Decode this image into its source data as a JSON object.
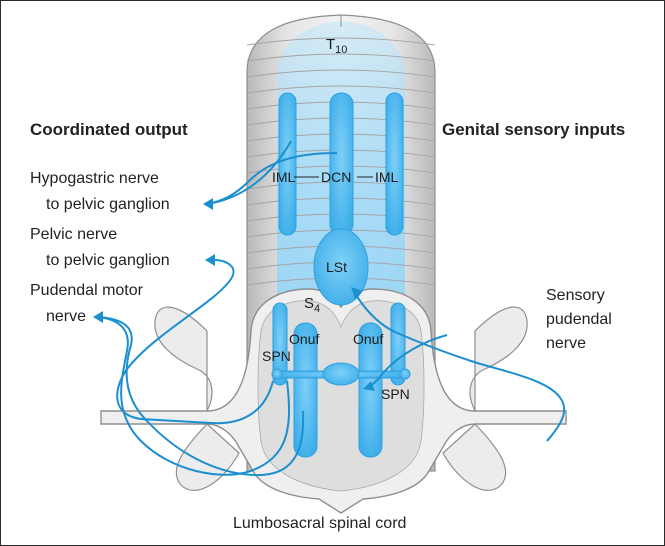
{
  "headings": {
    "left": "Coordinated output",
    "right": "Genital sensory inputs"
  },
  "outputs": [
    {
      "line1": "Hypogastric nerve",
      "line2": "to pelvic ganglion"
    },
    {
      "line1": "Pelvic nerve",
      "line2": "to pelvic ganglion"
    },
    {
      "line1": "Pudendal motor",
      "line2": "nerve"
    }
  ],
  "input": {
    "line1": "Sensory",
    "line2": "pudendal",
    "line3": "nerve"
  },
  "labels": {
    "segment_top": "T",
    "segment_top_sub": "10",
    "segment_sacral": "S",
    "segment_sacral_sub": "4",
    "iml_left": "IML",
    "dcn": "DCN",
    "iml_right": "IML",
    "lst": "LSt",
    "onuf_left": "Onuf",
    "onuf_right": "Onuf",
    "spn_left": "SPN",
    "spn_right": "SPN"
  },
  "caption": "Lumbosacral spinal cord",
  "colors": {
    "nucleus_blue": "#58bdf2",
    "nerve_blue": "#1c8fcf",
    "cord_gray": "#cfcfcf",
    "frame": "#2b2b2b"
  }
}
